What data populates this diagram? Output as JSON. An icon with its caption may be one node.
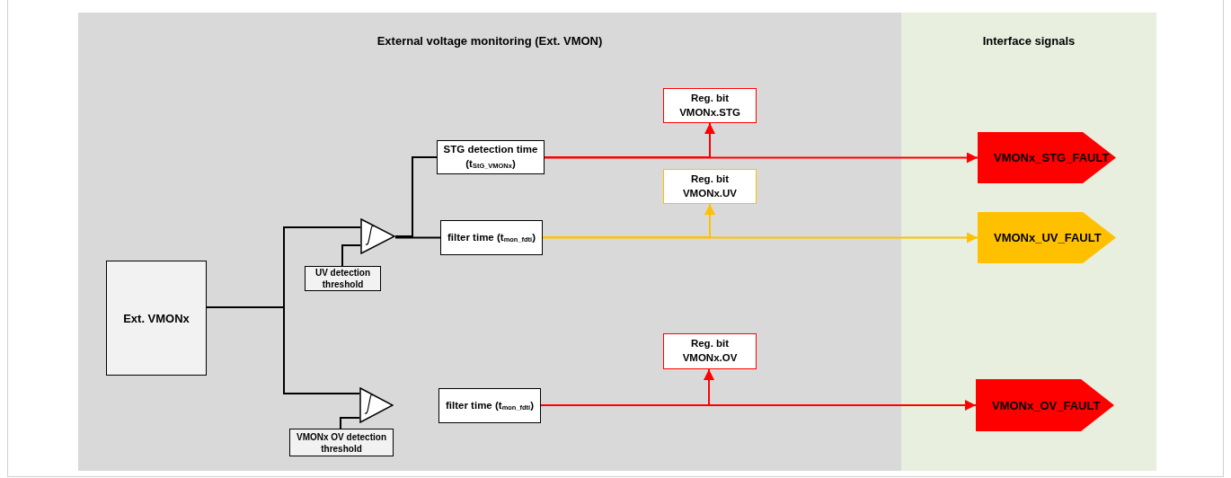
{
  "diagram": {
    "nodes": [
      {
        "text": [
          "External voltage monitoring (Ext. VMON)"
        ]
      },
      {
        "text": [
          "Interface signals"
        ]
      },
      {
        "text": [
          "Ext. VMONx"
        ],
        "in": 0
      },
      {
        "text": [],
        "shape": "triangle",
        "in": 0
      },
      {
        "text": [
          "UV detection threshold"
        ],
        "in": 0
      },
      {
        "text": [
          "STG detection time (t$_{StG_VMONx}$)"
        ],
        "in": 0
      },
      {
        "text": [
          "filter time (t$_{mon_fdti}$)"
        ],
        "in": 0
      },
      {
        "text": [
          "Reg. bit VMONx.STG"
        ],
        "in": 0
      },
      {
        "text": [
          "Reg. bit VMONx.UV"
        ],
        "in": 0
      },
      {
        "text": [
          "VMONx_STG_FAULT"
        ],
        "in": 1
      },
      {
        "text": [
          "VMONx_UV_FAULT"
        ],
        "in": 1
      },
      {
        "text": [],
        "shape": "triangle",
        "in": 0
      },
      {
        "text": [
          "VMONx OV detection threshold"
        ],
        "in": 0
      },
      {
        "text": [
          "filter time (t$_{mon_fdti}$)"
        ],
        "in": 0
      },
      {
        "text": [
          "Reg. bit VMONx.OV"
        ],
        "in": 0
      },
      {
        "text": [
          "VMONx_OV_FAULT"
        ],
        "in": 1
      }
    ],
    "edges": [
      {
        "from": 2,
        "to": 3,
        "arrow": "none"
      },
      {
        "from": 2,
        "to": 11,
        "arrow": "none"
      },
      {
        "from": 4,
        "to": 3,
        "arrow": "none"
      },
      {
        "from": 12,
        "to": 11,
        "arrow": "none"
      },
      {
        "from": 3,
        "to": 5,
        "arrow": "none"
      },
      {
        "from": 3,
        "to": 6,
        "arrow": "none"
      },
      {
        "from": 5,
        "to": 9,
        "arrow": "to",
        "color": "#ff0000"
      },
      {
        "from": 5,
        "to": 7,
        "arrow": "to",
        "color": "#ff0000"
      },
      {
        "from": 6,
        "to": 10,
        "arrow": "to",
        "color": "#ffc000"
      },
      {
        "from": 6,
        "to": 8,
        "arrow": "to",
        "color": "#ffc000"
      },
      {
        "from": 13,
        "to": 15,
        "arrow": "to",
        "color": "#ff0000"
      },
      {
        "from": 13,
        "to": 14,
        "arrow": "to",
        "color": "#ff0000"
      }
    ]
  }
}
